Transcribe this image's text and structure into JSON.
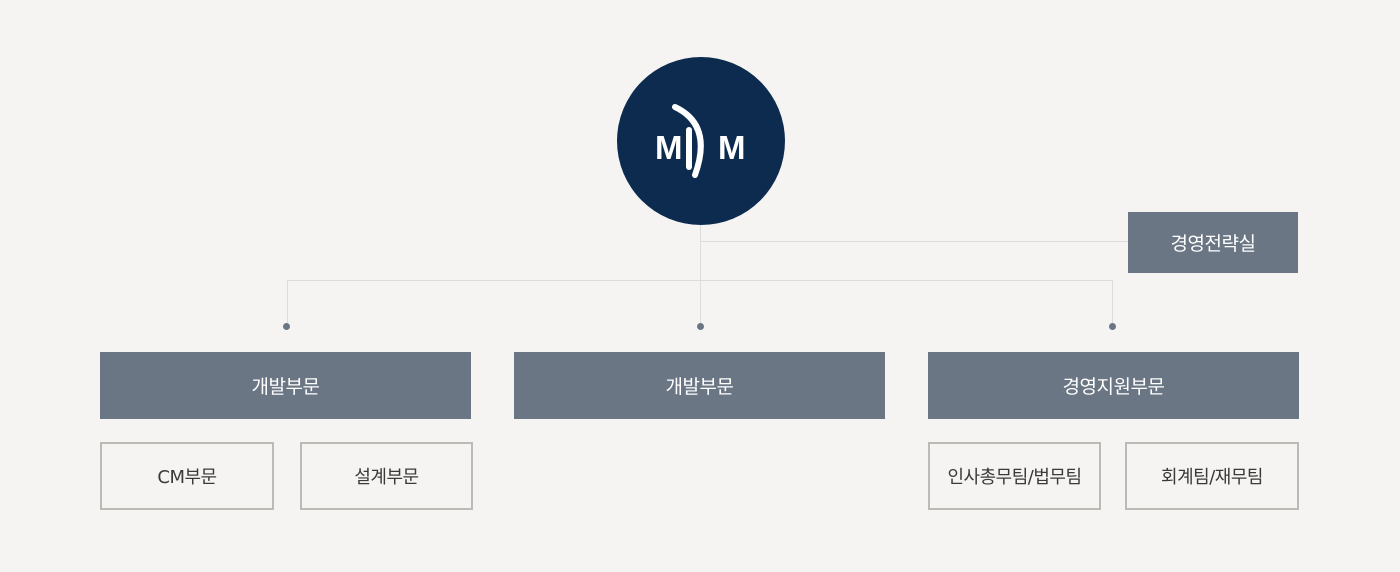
{
  "logo": {
    "left_letter": "M",
    "right_letter": "M",
    "circle_color": "#0d2b4e"
  },
  "strategy_office": {
    "label": "경영전략실"
  },
  "divisions": [
    {
      "label": "개발부문"
    },
    {
      "label": "개발부문"
    },
    {
      "label": "경영지원부문"
    }
  ],
  "subunits": {
    "division_1": [
      {
        "label": "CM부문"
      },
      {
        "label": "설계부문"
      }
    ],
    "division_3": [
      {
        "label": "인사총무팀/법무팀"
      },
      {
        "label": "회계팀/재무팀"
      }
    ]
  },
  "colors": {
    "background": "#f5f4f3",
    "box_fill": "#6b7684",
    "outline": "#bdbab6",
    "connector": "#dcdcdc"
  }
}
